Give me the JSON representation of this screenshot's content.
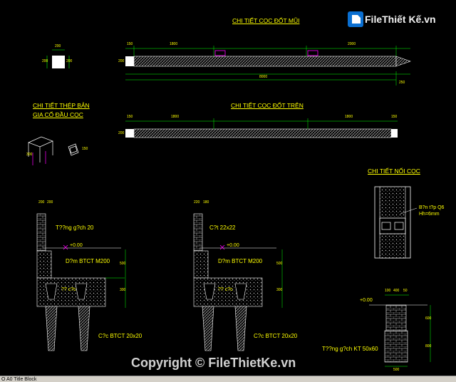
{
  "titles": {
    "tip_pile": "CHI TIẾT CỌC ĐỐT MŨI",
    "top_pile": "CHI TIẾT CỌC ĐỐT TRÊN",
    "steel_plate_1": "CHI TIẾT THÉP BẢN",
    "steel_plate_2": "GIA CỐ ĐẦU CỌC",
    "splice": "CHI TIẾT NỐI CỌC"
  },
  "annotations": {
    "wall_left": "T??ng g?ch 20",
    "col_right": "C?t 22x22",
    "level_left": "+0.00",
    "level_mid": "+0.00",
    "level_right": "+0.00",
    "beam_left": "D?m BTCT M200",
    "beam_mid": "D?m BTCT M200",
    "pile_left": "C?c BTCT 20x20",
    "pile_mid": "C?c BTCT 20x20",
    "pile_cap_left": "?? c?c",
    "pile_cap_mid": "?? c?c",
    "weld_1": "B?n t?p Q6",
    "weld_2": "Hh=6mm",
    "brick_col": "T??ng g?ch KT 50x60"
  },
  "dims": {
    "sq_top": "200",
    "sq_side_l": "200",
    "sq_side_r": "200",
    "tip_150": "150",
    "tip_1800": "1800",
    "tip_2000": "2000",
    "tip_200": "200",
    "tip_8000": "8000",
    "tip_250": "250",
    "top_150a": "150",
    "top_1800a": "1800",
    "top_1800b": "1800",
    "top_150b": "150",
    "top_200": "200",
    "wall_l_200a": "200",
    "wall_l_200b": "200",
    "wall_m_220": "220",
    "wall_m_180": "180",
    "right_100": "100",
    "right_400": "400",
    "right_50": "50",
    "right_500": "500",
    "v_500a": "500",
    "v_300a": "300",
    "v_500b": "500",
    "v_300b": "300",
    "v_600": "600",
    "v_800": "800",
    "plate_1": "300",
    "plate_2": "150"
  },
  "watermark": {
    "copyright": "Copyright © FileThietKe.vn",
    "brand": "FileThiết Kế.vn"
  },
  "statusbar": {
    "tab": "O A0 Title Block"
  },
  "colors": {
    "background": "#000000",
    "line": "#ffffff",
    "text": "#ffff00",
    "accent": "#ff00ff",
    "green": "#00ff00"
  }
}
